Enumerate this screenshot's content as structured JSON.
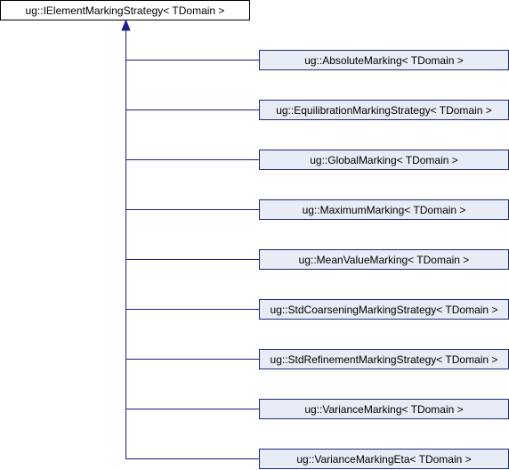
{
  "diagram": {
    "base": {
      "label": "ug::IElementMarkingStrategy< TDomain >"
    },
    "derived": [
      {
        "label": "ug::AbsoluteMarking< TDomain >"
      },
      {
        "label": "ug::EquilibrationMarkingStrategy< TDomain >"
      },
      {
        "label": "ug::GlobalMarking< TDomain >"
      },
      {
        "label": "ug::MaximumMarking< TDomain >"
      },
      {
        "label": "ug::MeanValueMarking< TDomain >"
      },
      {
        "label": "ug::StdCoarseningMarkingStrategy< TDomain >"
      },
      {
        "label": "ug::StdRefinementMarkingStrategy< TDomain >"
      },
      {
        "label": "ug::VarianceMarking< TDomain >"
      },
      {
        "label": "ug::VarianceMarkingEta< TDomain >"
      }
    ]
  }
}
